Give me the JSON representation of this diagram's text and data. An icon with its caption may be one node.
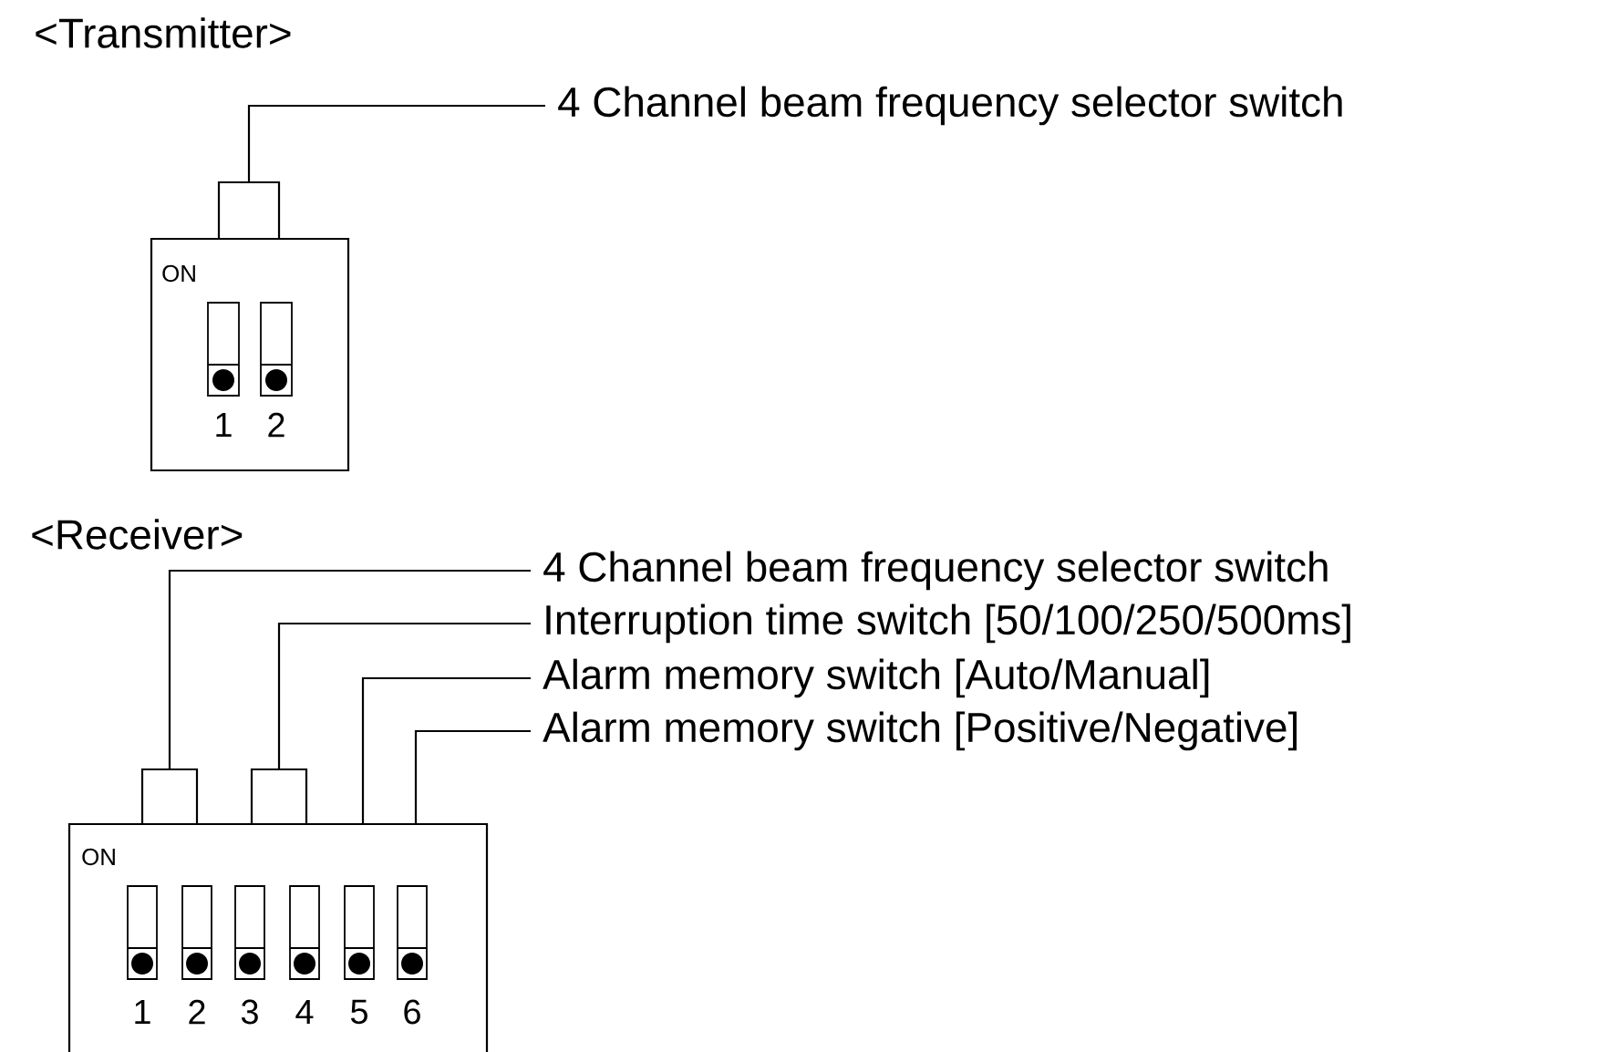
{
  "diagram": {
    "nodes": [
      {
        "text": [
          "4 Channel beam frequency selector switch"
        ]
      },
      {
        "text": [],
        "shape": "box"
      },
      {
        "text": [
          "ON",
          "1",
          "2"
        ]
      },
      {
        "text": [
          "4 Channel beam frequency selector switch"
        ]
      },
      {
        "text": [
          "Interruption time switch [50/100/250/500ms]"
        ]
      },
      {
        "text": [
          "Alarm memory switch [Auto/Manual]"
        ]
      },
      {
        "text": [
          "Alarm memory switch [Positive/Negative]"
        ]
      },
      {
        "text": [],
        "shape": "box"
      },
      {
        "text": [],
        "shape": "box"
      },
      {
        "text": [
          "ON",
          "1",
          "2",
          "3",
          "4",
          "5",
          "6"
        ]
      }
    ],
    "edges": [
      {
        "from": 0,
        "to": 1,
        "arrow": "none"
      },
      {
        "from": 3,
        "to": 7,
        "arrow": "none"
      },
      {
        "from": 4,
        "to": 8,
        "arrow": "none"
      },
      {
        "from": 5,
        "to": 9,
        "arrow": "none"
      },
      {
        "from": 6,
        "to": 9,
        "arrow": "none"
      }
    ],
    "labels": [
      "<Transmitter>",
      "<Receiver>"
    ]
  }
}
